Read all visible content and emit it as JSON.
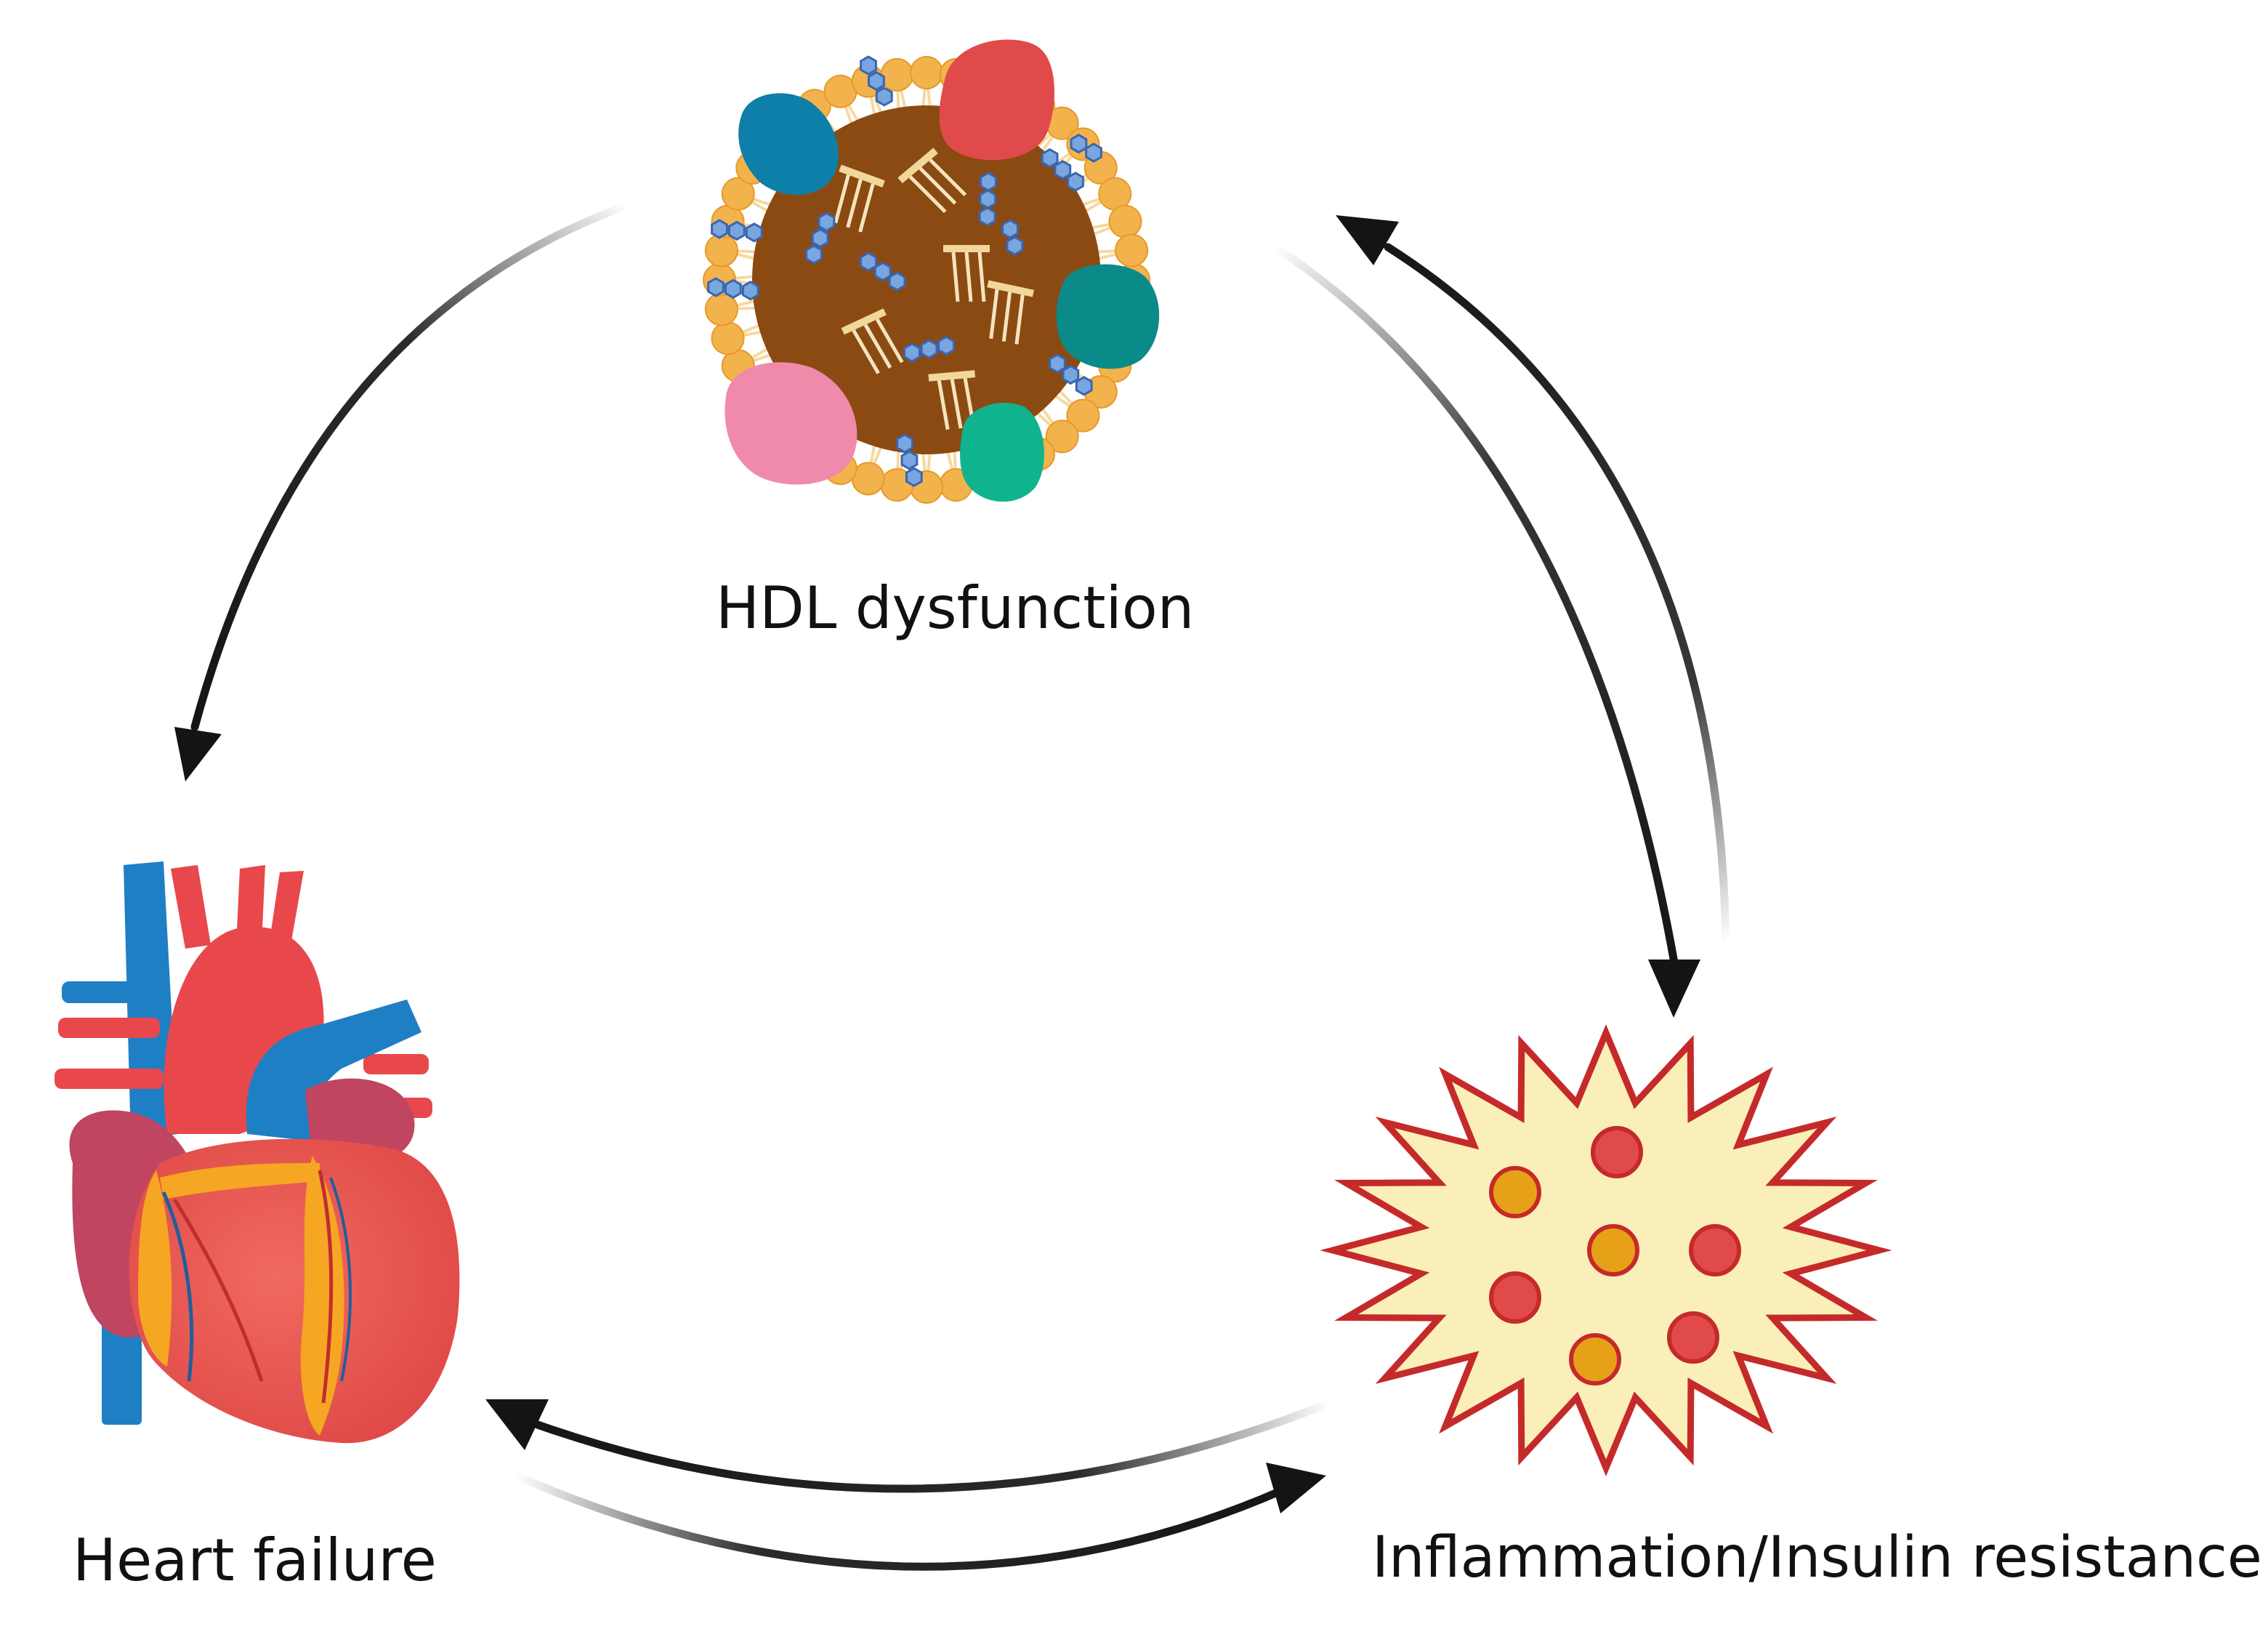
{
  "nodes": {
    "hdl": {
      "label": "HDL dysfunction",
      "icon": "hdl-particle-icon"
    },
    "heart": {
      "label": "Heart failure",
      "icon": "heart-icon"
    },
    "inflammation": {
      "label": "Inflammation/Insulin resistance",
      "icon": "inflammation-cell-icon"
    }
  },
  "edges": [
    {
      "from": "hdl",
      "to": "heart"
    },
    {
      "from": "hdl",
      "to": "inflammation"
    },
    {
      "from": "inflammation",
      "to": "hdl"
    },
    {
      "from": "inflammation",
      "to": "heart"
    },
    {
      "from": "heart",
      "to": "inflammation"
    }
  ],
  "colors": {
    "arrow": "#141414",
    "hdl_core": "#8b4a12",
    "hdl_shell": "#f3b34c",
    "apo_red": "#e14a4a",
    "apo_blue": "#0e7fa8",
    "apo_teal": "#0b8a8a",
    "apo_green": "#0fb48f",
    "apo_pink": "#f08aab",
    "heart_red": "#e8484b",
    "heart_vessel_blue": "#1f7fc4",
    "inflammation_fill": "#fbefb9",
    "inflammation_stroke": "#c52a2a"
  }
}
